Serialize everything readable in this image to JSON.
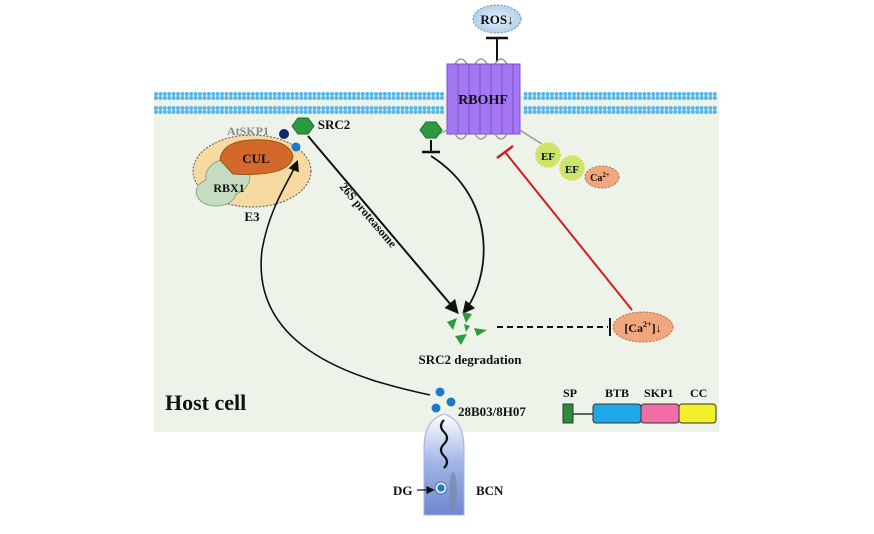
{
  "labels": {
    "ros": "ROS",
    "ros_arrow": "↓",
    "rbohf": "RBOHF",
    "atskp1": "AtSKP1",
    "src2": "SRC2",
    "cul": "CUL",
    "rbx1": "RBX1",
    "e3": "E3",
    "proteasome": "26S proteasome",
    "ef1": "EF",
    "ef2": "EF",
    "ca_base": "Ca",
    "ca_sup": "2+",
    "ca_bracket_left": "[",
    "ca_bracket_right": "]",
    "ca_down": "↓",
    "src2_degradation": "SRC2 degradation",
    "host_cell": "Host cell",
    "effector": "28B03/8H07",
    "dg": "DG",
    "bcn": "BCN",
    "domains": {
      "sp": "SP",
      "btb": "BTB",
      "skp1": "SKP1",
      "cc": "CC"
    }
  },
  "colors": {
    "cell_fill": "#eef3ea",
    "membrane_dot": "#56b7e8",
    "rbohf": "#a577f2",
    "rbohf_stroke": "#7a4fd0",
    "src2": "#2c9a3e",
    "cul": "#d2692b",
    "rbx1": "#c5dcc0",
    "e3_ellipse": "#f7d9a2",
    "ef": "#c8e66a",
    "ca": "#f2a67c",
    "ros": "#c5ddf2",
    "effector_dot": "#1c7ac9",
    "atskp1_dot": "#0f2a6b",
    "inhibit_red": "#cc1f1f",
    "domain_sp": "#2f8c3f",
    "domain_btb": "#1fa8e8",
    "domain_skp1": "#ef6fa6",
    "domain_cc": "#f1ee2c"
  }
}
